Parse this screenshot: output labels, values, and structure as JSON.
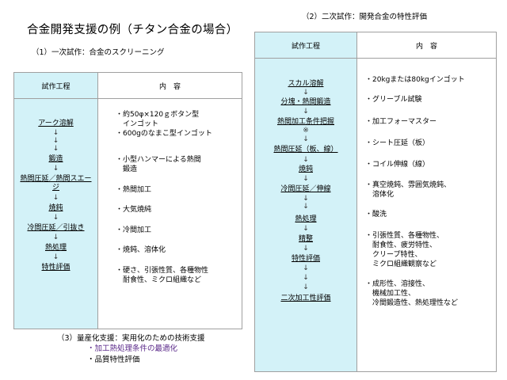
{
  "title": "合金開発支援の例（チタン合金の場合）",
  "section1": {
    "label": "（1）一次試作：合金のスクリーニング",
    "header_process": "試作工程",
    "header_content": "内　容",
    "steps": [
      "アーク溶解",
      "鍛造",
      "熱間圧延／熱間スエージ",
      "焼鈍",
      "冷間圧延／引抜き",
      "熱処理",
      "特性評価"
    ],
    "contents": [
      "・約50φ×120ｇボタン型\n　インゴット\n・600gのなまこ型インゴット",
      "・小型ハンマーによる熱間\n　鍛造",
      "・熱間加工",
      "・大気焼純",
      "・冷間加工",
      "・焼鈍、溶体化",
      "・硬さ、引張性質、各種物性\n　耐食性、ミクロ組織など"
    ]
  },
  "section2": {
    "label": "（2）二次試作：開発合金の特性評価",
    "header_process": "試作工程",
    "header_content": "内　容",
    "steps": [
      "スカル溶解",
      "分塊・熱間鍛造",
      "熱間加工条件把握",
      "熱間圧延（板、線）",
      "焼鈍",
      "冷間圧延／伸線",
      "熱処理",
      "精整",
      "特性評価",
      "二次加工性評価"
    ],
    "note_mark": "※",
    "contents": [
      "・20kgまたは80kgインゴット",
      "・グリーブル試験",
      "・加工フォーマスター",
      "・シート圧延（板）",
      "・コイル伸線（線）",
      "・真空焼鈍、雰囲気焼鈍、\n　溶体化",
      "・酸洗",
      "・引張性質、各種物性、\n　耐食性、疲労特性、\n　クリープ特性、\n　ミクロ組織観察など",
      "・成形性、溶接性、\n　機械加工性、\n　冷間鍛造性、熱処理性など"
    ]
  },
  "section3": {
    "label": "（3）量産化支援：実用化のための技術支援",
    "items": [
      "・加工熱処理条件の最適化",
      "・品質特性評価"
    ],
    "highlight_color": "#5b2a8a"
  }
}
